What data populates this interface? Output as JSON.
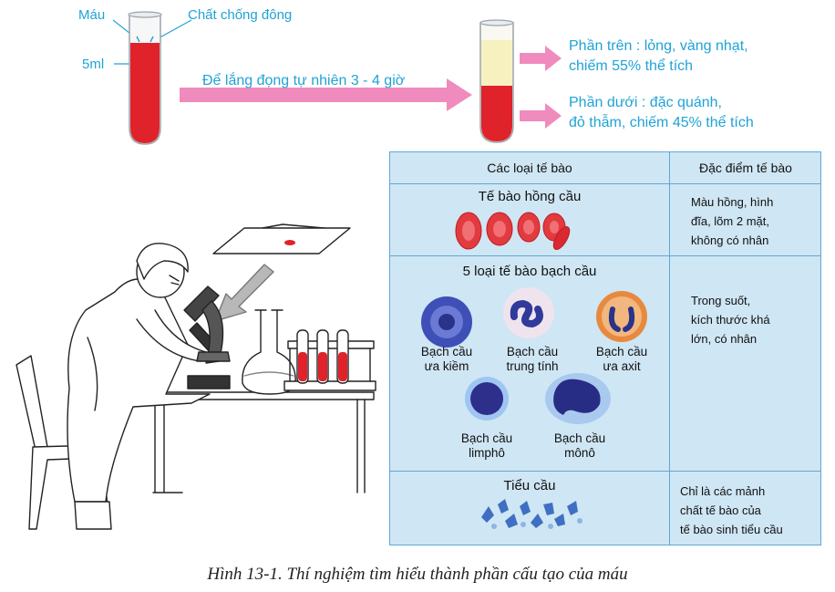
{
  "experiment": {
    "label_blood": "Máu",
    "label_anticoagulant": "Chất chống đông",
    "label_volume": "5ml",
    "arrow_text": "Để lắng đọng tự nhiên 3 - 4 giờ",
    "upper_part": [
      "Phần trên : lỏng, vàng nhạt,",
      "chiếm 55% thể tích"
    ],
    "lower_part": [
      "Phần dưới : đặc quánh,",
      "đỏ thẫm, chiếm 45% thể tích"
    ]
  },
  "table": {
    "header_cells": "Các loại tế bào",
    "header_features": "Đặc điểm tế bào",
    "rows": [
      {
        "name": "Tế bào hồng cầu",
        "features": [
          "Màu hồng, hình",
          "đĩa, lõm 2 mặt,",
          "không có nhân"
        ]
      },
      {
        "name": "5 loại tế bào bạch cầu",
        "features": [
          "Trong suốt,",
          "kích thước khá",
          "lớn, có nhân"
        ],
        "subtypes": [
          [
            "Bạch cầu",
            "ưa kiềm"
          ],
          [
            "Bạch cầu",
            "trung tính"
          ],
          [
            "Bạch cầu",
            "ưa axit"
          ],
          [
            "Bạch cầu",
            "limphô"
          ],
          [
            "Bạch cầu",
            "mônô"
          ]
        ]
      },
      {
        "name": "Tiểu cầu",
        "features": [
          "Chỉ là các mảnh",
          "chất tế bào của",
          "tế bào sinh tiểu cầu"
        ]
      }
    ]
  },
  "caption": "Hình 13-1. Thí nghiệm tìm hiểu thành phần cấu tạo của máu",
  "colors": {
    "text_accent": "#1fa3d6",
    "arrow_pink": "#f08bbd",
    "blood_red": "#e0222a",
    "plasma_yellow": "#f7f1c0",
    "table_bg": "#cfe6f4"
  }
}
